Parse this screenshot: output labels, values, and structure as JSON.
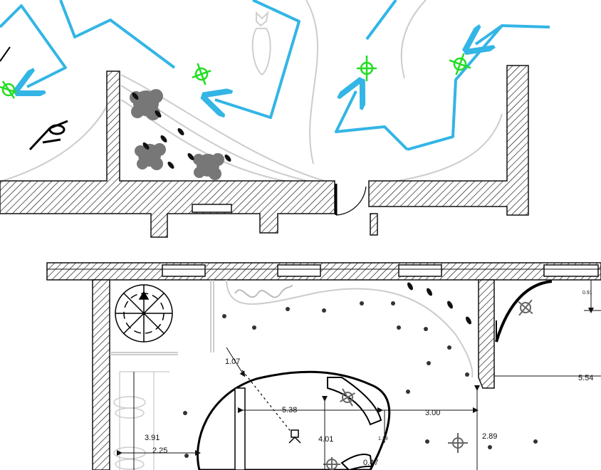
{
  "colors": {
    "wall_hatch": "#111111",
    "flow_arrow": "#33b5e5",
    "visitor_green": "#22dd22",
    "plant_gray": "#777777",
    "guide_curve": "#cccccc",
    "column_dot": "#333333"
  },
  "icons": [
    "visitor-figure",
    "plant-cluster",
    "footprint",
    "spiral-stair",
    "door-swing",
    "camera",
    "dimension-arrow"
  ],
  "dimensions": {
    "d_107": "1.07",
    "d_538": "5.38",
    "d_300": "3.00",
    "d_401": "4.01",
    "d_391": "3.91",
    "d_225": "2.25",
    "d_289": "2.89",
    "d_554": "5.54",
    "d_091": "0.91",
    "d_129": "1.29",
    "d_047": "0.47"
  }
}
